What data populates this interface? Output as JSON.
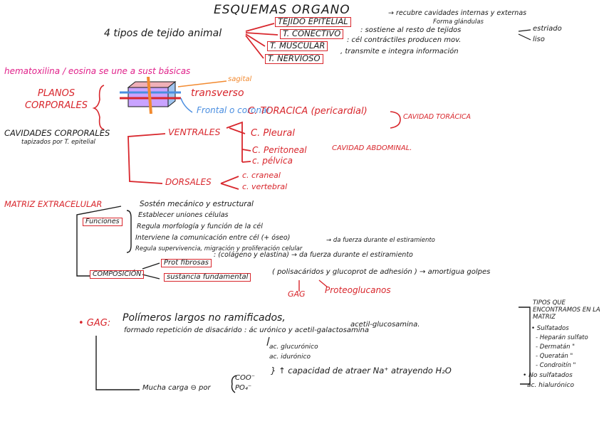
{
  "title": "ESQUEMAS ORGANO",
  "tejidos": {
    "intro": "4 tipos de tejido animal",
    "items": [
      {
        "name": "TEJIDO EPITELIAL",
        "desc": "→ recubre cavidades internas y externas"
      },
      {
        "name": "T. CONECTIVO",
        "desc": ": sostiene al resto de tejidos"
      },
      {
        "name": "T. MUSCULAR",
        "desc": ": cél contráctiles producen mov."
      },
      {
        "name": "T. NERVIOSO",
        "desc": ", transmite e integra información"
      }
    ],
    "forma_glandulas": "Forma glándulas",
    "muscular_tipos": [
      "estriado",
      "liso"
    ]
  },
  "hematoxilina": "hematoxilina / eosina se une a sust básicas",
  "planos": {
    "title": "PLANOS CORPORALES",
    "sagital": "sagital",
    "transverso": "transverso",
    "frontal": "Frontal o coronal"
  },
  "cavidades": {
    "title": "CAVIDADES CORPORALES",
    "subtitle": "tapizados por T. epitelial",
    "ventrales": "VENTRALES",
    "ventrales_items": [
      "C. TORACICA (pericardial)",
      "C. Pleural",
      "C. Peritoneal",
      "c. pélvica"
    ],
    "cavidad_toracica": "CAVIDAD TORÁCICA",
    "cavidad_abdominal": "CAVIDAD ABDOMINAL.",
    "dorsales": "DORSALES",
    "dorsales_items": [
      "c. craneal",
      "c. vertebral"
    ]
  },
  "matriz": {
    "title": "MATRIZ EXTRACELULAR",
    "funciones_label": "Funciones",
    "funciones": [
      "Sostén mecánico y estructural",
      "Establecer uniones células",
      "Regula morfología y función de la cél",
      "Interviene la comunicación entre cél (+ óseo)",
      "Regula supervivencia, migración y proliferación celular"
    ],
    "funcion_extra": "→ da fuerza durante el estiramiento",
    "composicion_label": "COMPOSICIÓN",
    "prot_fibrosas": "Prot fibrosas",
    "prot_fibrosas_desc": ": (colágeno y elastina) → da fuerza durante el estiramiento",
    "sustancia": "sustancia fundamental",
    "sustancia_desc": "( polisacáridos y glucoprot de adhesión ) → amortigua golpes",
    "gag": "GAG",
    "proteoglucanos": "Proteoglucanos"
  },
  "gag": {
    "label": "• GAG:",
    "line1": "Polímeros largos no ramificados,",
    "line2": "formado repetición de disacárido : ác urónico y acetil-galactosamina",
    "line3": "acetil-glucosamina.",
    "acidos": [
      "ac. glucurónico",
      "ac. idurónico"
    ],
    "carga": "Mucha carga ⊖ por",
    "grupos": [
      "COO⁻",
      "PO₄⁻"
    ],
    "capacidad": "} ↑ capacidad de atraer Na⁺ atrayendo H₂O"
  },
  "tipos": {
    "title": "TIPOS QUE ENCONTRAMOS EN LA MATRIZ",
    "sulfatados_label": "• Sulfatados",
    "sulfatados": [
      "- Heparán sulfato",
      "- Dermatán \"",
      "- Queratán \"",
      "- Condroitín \""
    ],
    "no_sulfatados": "• No sulfatados",
    "no_sulfatados_item": "ác. hialurónico"
  }
}
